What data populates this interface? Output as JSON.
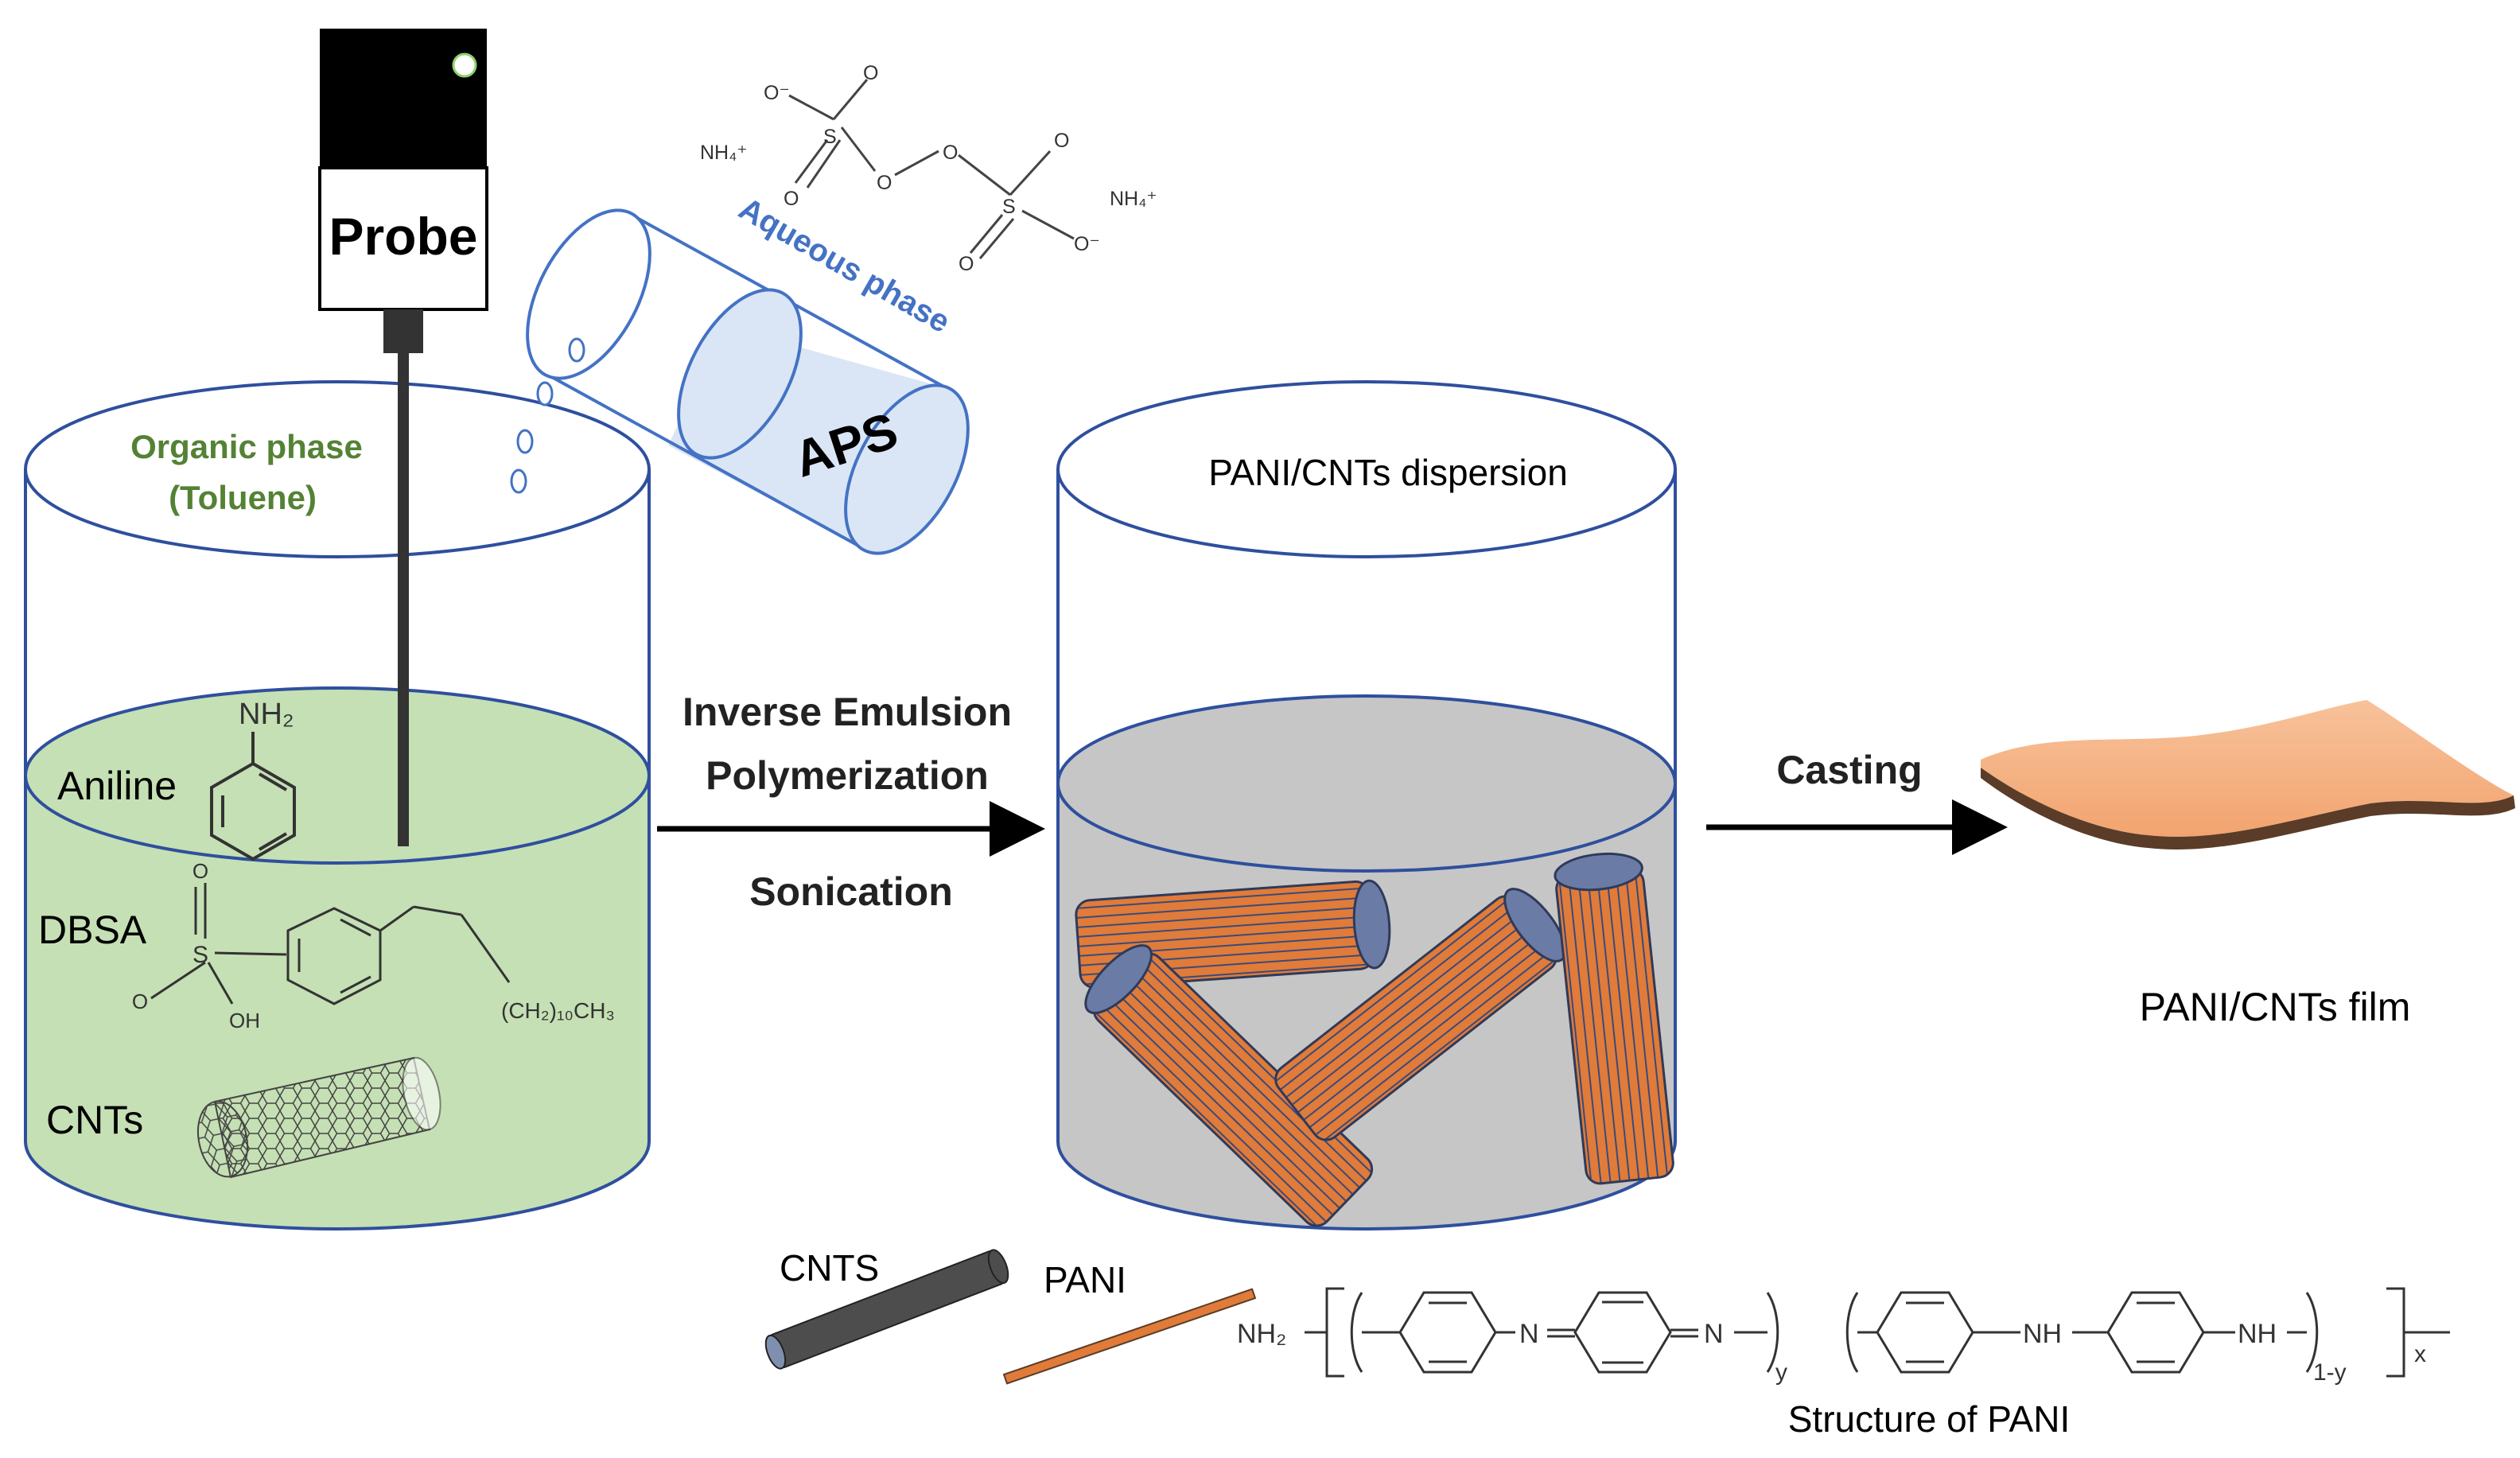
{
  "colors": {
    "beaker_outline": "#2f4f9e",
    "organic_liquid": "#c5e0b4",
    "dispersion_liquid": "#c6c6c6",
    "aqueous_fill": "#dae6f5",
    "organic_label": "#548235",
    "aqueous_label": "#4472c4",
    "pani_orange": "#e07b39",
    "film_top": "#f6b483",
    "cnt_dark": "#4d4d4d"
  },
  "probe": {
    "label": "Probe"
  },
  "beaker1": {
    "organic_phase": "Organic phase",
    "solvent": "(Toluene)",
    "aniline": "Aniline",
    "aniline_group": "NH₂",
    "dbsa": "DBSA",
    "dbsa_tail": "(CH₂)₁₀CH₃",
    "oh": "OH",
    "s": "S",
    "o": "O",
    "cnts": "CNTs"
  },
  "aps": {
    "cylinder_label": "APS",
    "aqueous_phase": "Aqueous phase",
    "nh4_1": "NH₄⁺",
    "nh4_2": "NH₄⁺",
    "o_minus": "O⁻",
    "s": "S",
    "o": "O"
  },
  "step1": {
    "line1": "Inverse Emulsion",
    "line2": "Polymerization",
    "line3": "Sonication"
  },
  "beaker2": {
    "label": "PANI/CNTs dispersion"
  },
  "step2": {
    "label": "Casting"
  },
  "film": {
    "label": "PANI/CNTs film"
  },
  "legend": {
    "cnts": "CNTS",
    "pani": "PANI"
  },
  "pani_structure": {
    "end_group": "NH₂",
    "n1": "N",
    "n2": "N",
    "sub_y": "y",
    "nh1": "NH",
    "nh2": "NH",
    "sub_1y": "1-y",
    "sub_x": "x",
    "caption": "Structure of PANI"
  }
}
